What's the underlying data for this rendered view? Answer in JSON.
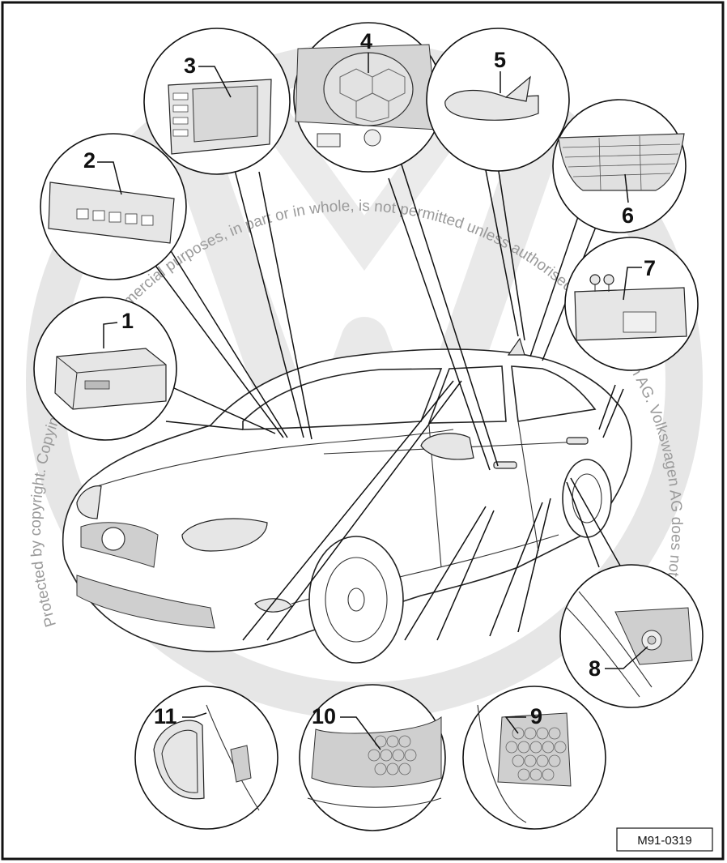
{
  "figure": {
    "reference_code": "M91-0319",
    "watermark_lines": [
      "Protected by copyright. Copying for private or commercial purposes, in part or in whole, is not permitted unless authorised by Volkswagen AG. Volkswagen AG does not guarantee or accept any liability with respect to the correctness of information in this document. Copyright by Volkswagen AG."
    ],
    "callouts": [
      {
        "id": "1",
        "label": "1",
        "component": "radio-navigation-unit-icon"
      },
      {
        "id": "2",
        "label": "2",
        "component": "control-panel-icon"
      },
      {
        "id": "3",
        "label": "3",
        "component": "display-unit-icon"
      },
      {
        "id": "4",
        "label": "4",
        "component": "speaker-icon"
      },
      {
        "id": "5",
        "label": "5",
        "component": "roof-antenna-icon"
      },
      {
        "id": "6",
        "label": "6",
        "component": "rear-window-antenna-icon"
      },
      {
        "id": "7",
        "label": "7",
        "component": "amplifier-icon"
      },
      {
        "id": "8",
        "label": "8",
        "component": "tweeter-icon"
      },
      {
        "id": "9",
        "label": "9",
        "component": "rear-door-speaker-icon"
      },
      {
        "id": "10",
        "label": "10",
        "component": "front-door-speaker-icon"
      },
      {
        "id": "11",
        "label": "11",
        "component": "mirror-triangle-tweeter-icon"
      }
    ]
  },
  "colors": {
    "line": "#111111",
    "watermark": "#cccccc",
    "part_fill": "#e6e6e6"
  }
}
